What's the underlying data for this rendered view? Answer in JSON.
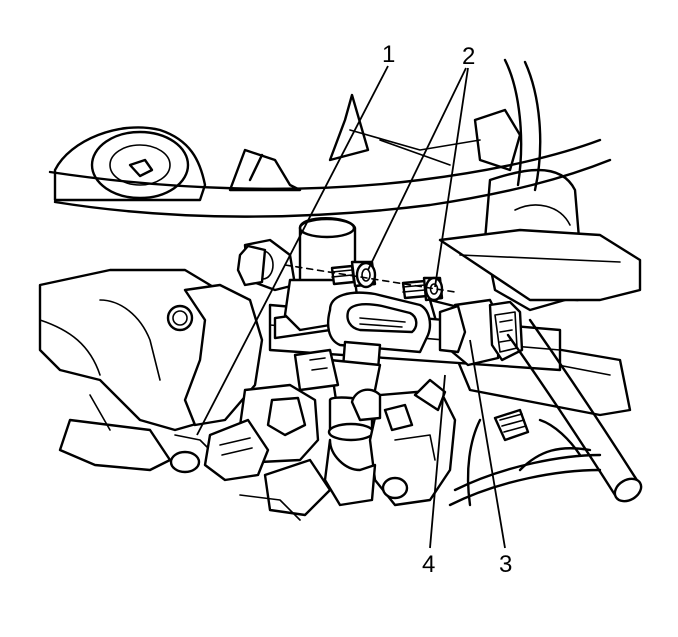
{
  "callouts": [
    {
      "id": "callout-1",
      "text": "1"
    },
    {
      "id": "callout-2",
      "text": "2"
    },
    {
      "id": "callout-3",
      "text": "3"
    },
    {
      "id": "callout-4",
      "text": "4"
    }
  ],
  "colors": {
    "ink": "#000000",
    "paper": "#ffffff"
  }
}
